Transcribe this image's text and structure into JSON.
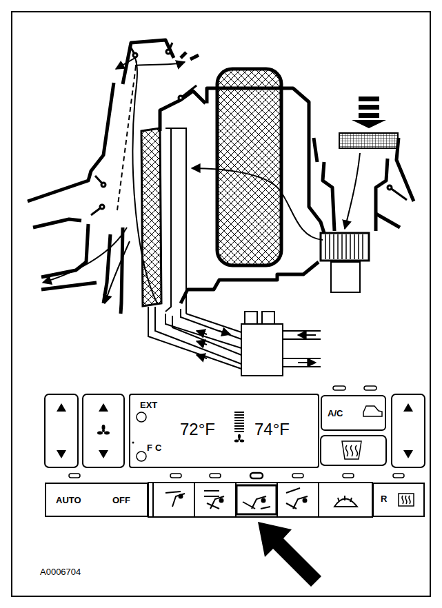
{
  "diagram": {
    "nodes": [
      {
        "text": [
          "EXT",
          "F",
          "C",
          "72°F",
          "74°F"
        ]
      },
      {
        "text": [
          "A/C"
        ]
      },
      {
        "text": [
          "AUTO",
          "OFF"
        ]
      },
      {
        "text": [
          "R"
        ]
      }
    ],
    "labels": [
      "A0006704"
    ]
  }
}
